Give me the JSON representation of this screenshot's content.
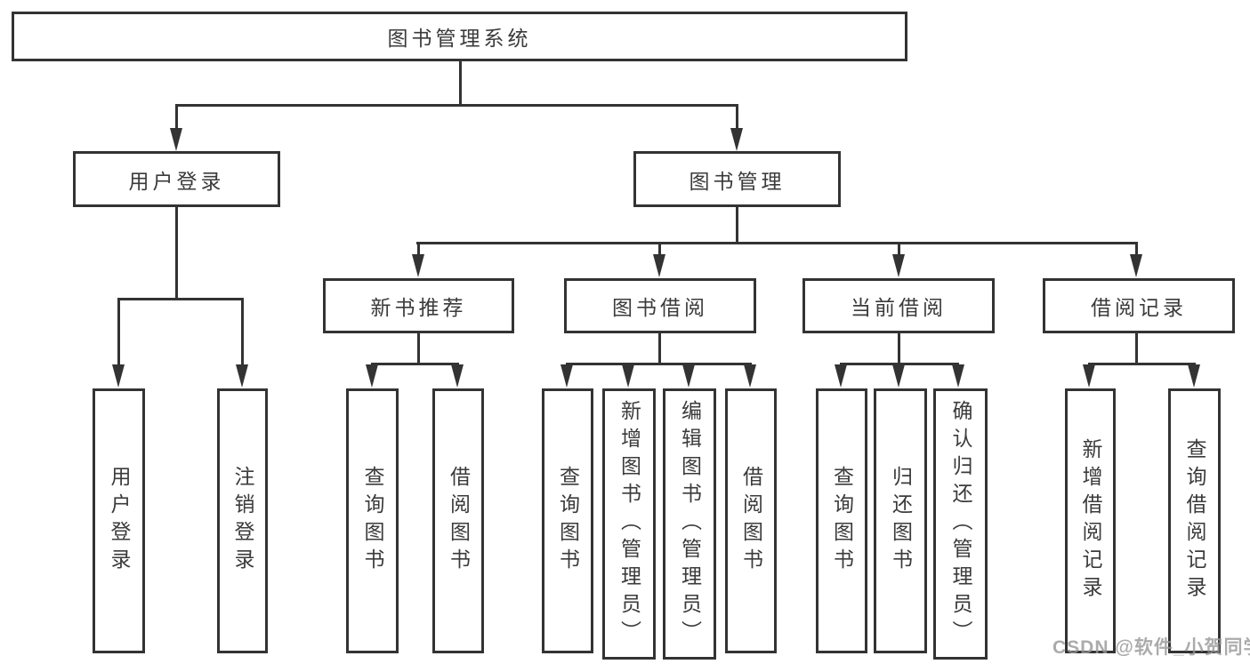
{
  "diagram_type": "hierarchy-tree",
  "colors": {
    "line": "#333333",
    "text": "#3b3b3b",
    "background": "#ffffff",
    "watermark": "#969696"
  },
  "nodes": {
    "root": "图书管理系统",
    "user_login": "用户登录",
    "book_management": "图书管理",
    "new_book_recommendation": "新书推荐",
    "book_borrowing": "图书借阅",
    "current_borrowing": "当前借阅",
    "borrowing_records": "借阅记录"
  },
  "leaves": {
    "user_login": [
      "用户登录",
      "注销登录"
    ],
    "new_book_recommendation": [
      "查询图书",
      "借阅图书"
    ],
    "book_borrowing": [
      "查询图书",
      "新增图书（管理员）",
      "编辑图书（管理员）",
      "借阅图书"
    ],
    "current_borrowing": [
      "查询图书",
      "归还图书",
      "确认归还（管理员）"
    ],
    "borrowing_records": [
      "新增借阅记录",
      "查询借阅记录"
    ]
  },
  "watermark": "CSDN @软件_小贺同学"
}
